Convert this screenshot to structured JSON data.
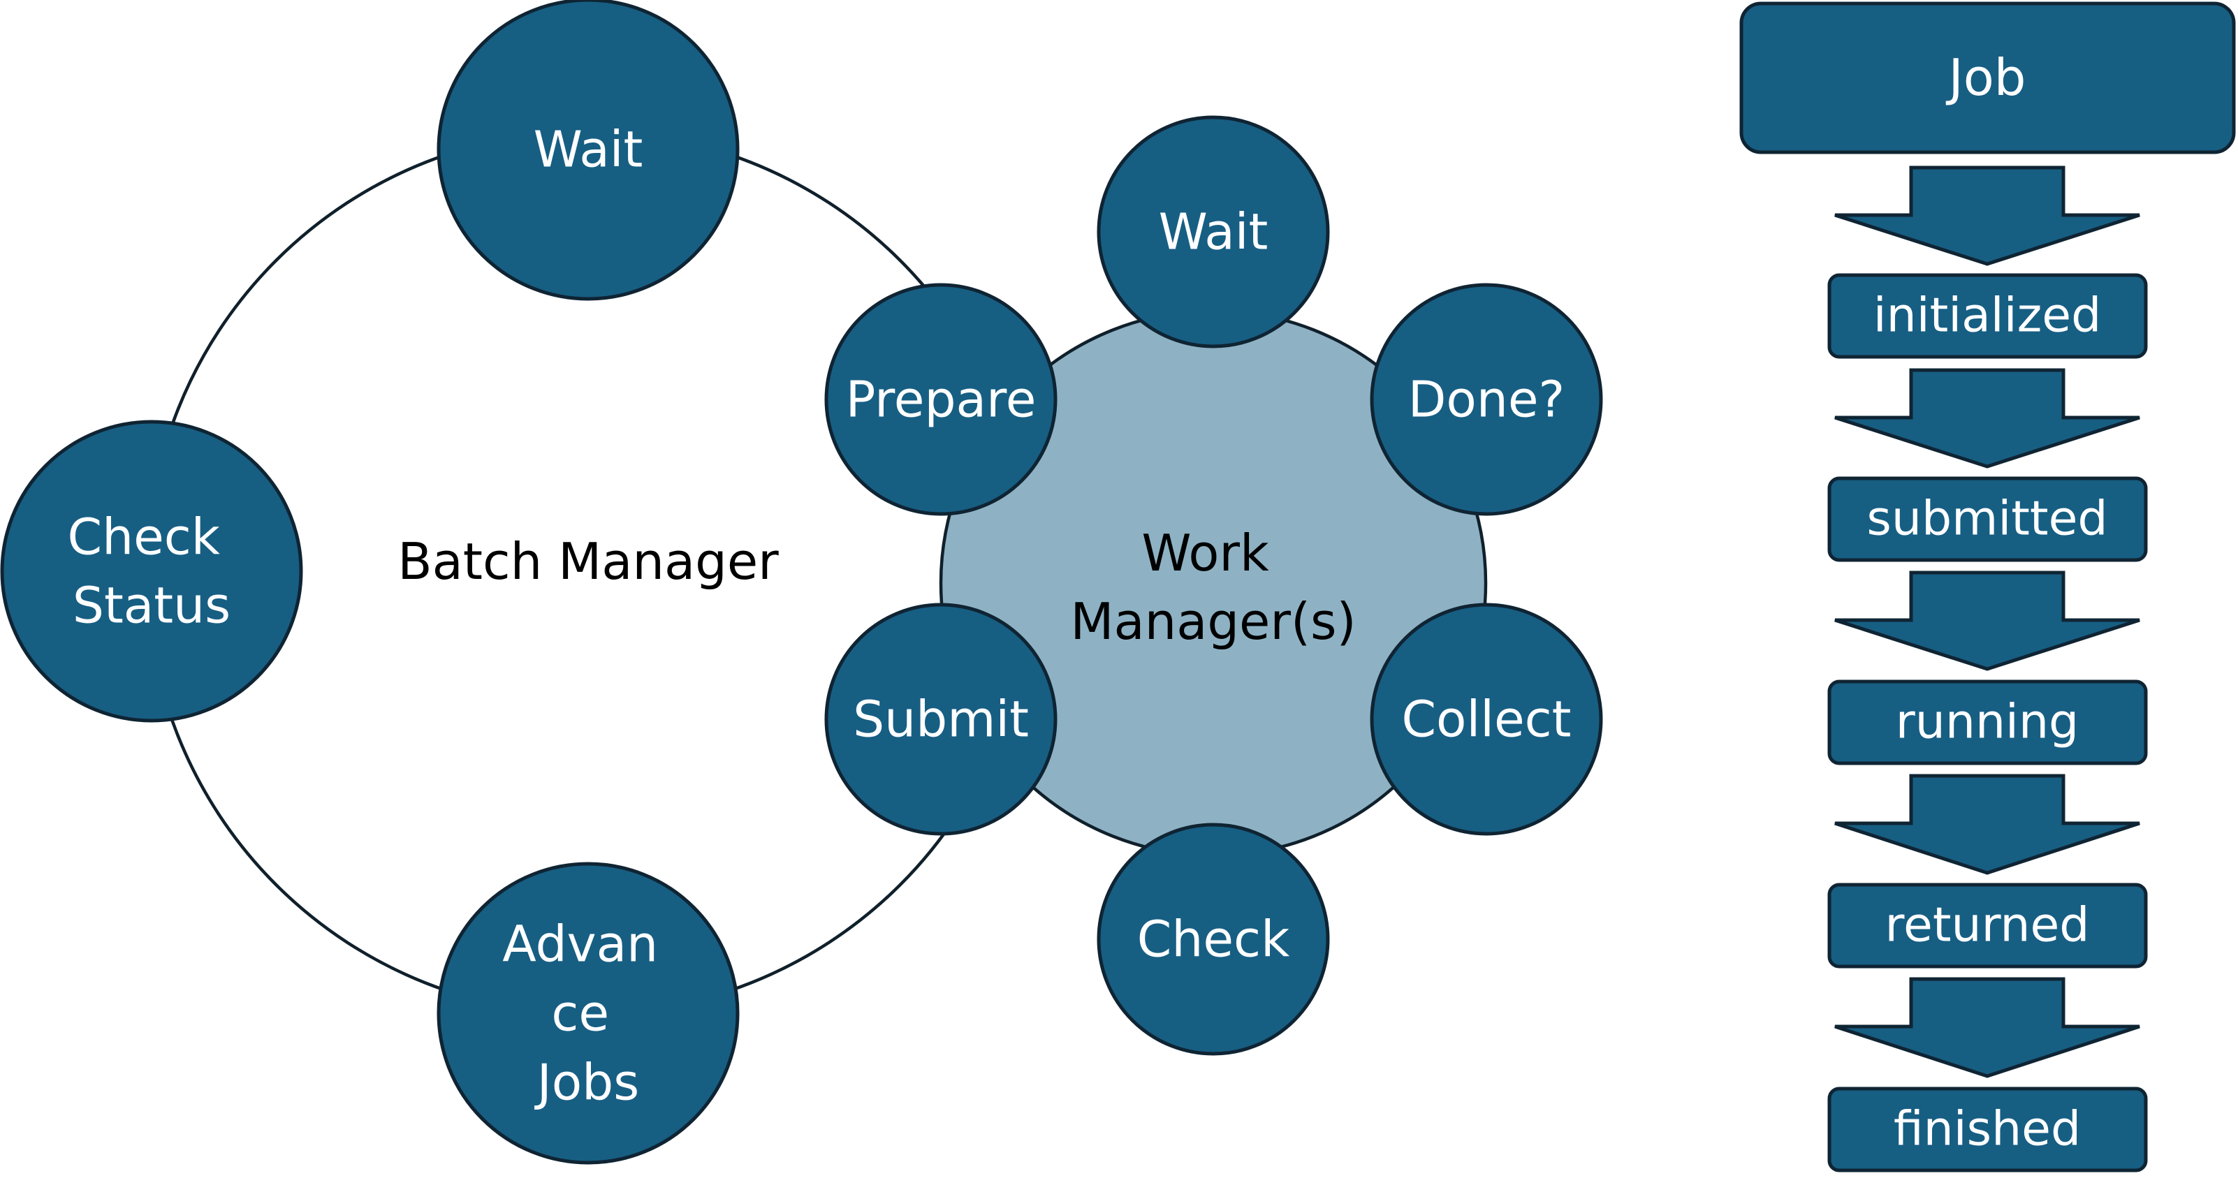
{
  "batch_manager": {
    "label": "Batch Manager",
    "steps": {
      "wait": [
        "Wait"
      ],
      "check_status": [
        "Check",
        "Status"
      ],
      "advance_jobs": [
        "Advan",
        "ce",
        "Jobs"
      ]
    }
  },
  "work_manager": {
    "label": [
      "Work",
      "Manager(s)"
    ],
    "steps": {
      "prepare": [
        "Prepare"
      ],
      "wait": [
        "Wait"
      ],
      "done": [
        "Done?"
      ],
      "collect": [
        "Collect"
      ],
      "check": [
        "Check"
      ],
      "submit": [
        "Submit"
      ]
    }
  },
  "job_states": {
    "title": "Job",
    "states": [
      "initialized",
      "submitted",
      "running",
      "returned",
      "finished"
    ]
  },
  "colors": {
    "node_fill": "#175e83",
    "work_manager_fill": "#8eb2c4",
    "outline": "#0f2433",
    "node_text": "#ffffff"
  }
}
